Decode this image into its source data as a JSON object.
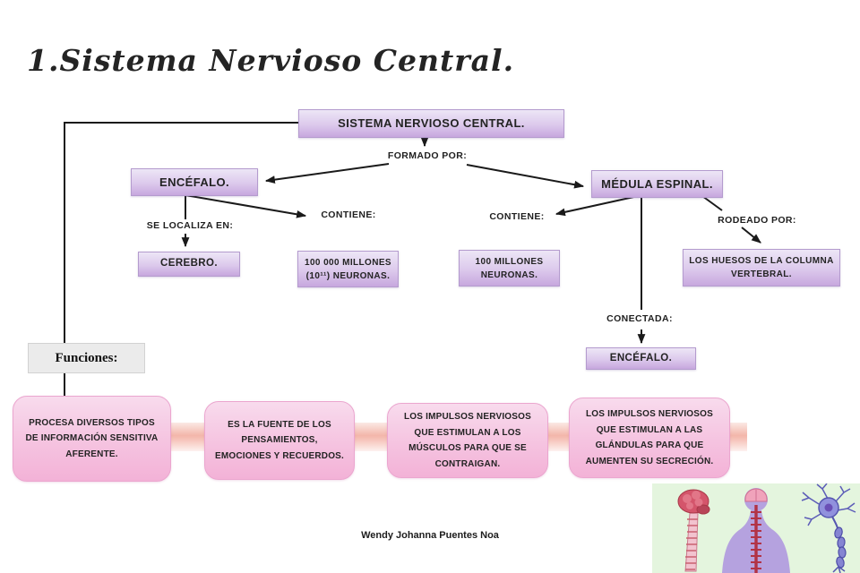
{
  "title": "1.Sistema Nervioso Central.",
  "root": {
    "label": "SISTEMA NERVIOSO CENTRAL."
  },
  "connector_labels": {
    "formado_por": "FORMADO POR:",
    "se_localiza_en": "SE LOCALIZA EN:",
    "contiene_encefalo": "CONTIENE:",
    "contiene_medula": "CONTIENE:",
    "rodeado_por": "RODEADO POR:",
    "conectada": "CONECTADA:"
  },
  "nodes": {
    "encefalo": "ENCÉFALO.",
    "medula_espinal": "MÉDULA ESPINAL.",
    "cerebro": "CEREBRO.",
    "neuronas_encefalo": "100 000 MILLONES (10¹¹) NEURONAS.",
    "neuronas_medula": "100 MILLONES NEURONAS.",
    "huesos_columna": "LOS HUESOS DE LA COLUMNA VERTEBRAL.",
    "encefalo_conectada": "ENCÉFALO."
  },
  "funciones_label": "Funciones:",
  "functions": [
    "PROCESA DIVERSOS TIPOS DE INFORMACIÓN SENSITIVA AFERENTE.",
    "ES LA FUENTE DE LOS PENSAMIENTOS, EMOCIONES Y RECUERDOS.",
    "LOS IMPULSOS NERVIOSOS QUE ESTIMULAN A LOS MÚSCULOS PARA QUE SE CONTRAIGAN.",
    "LOS IMPULSOS NERVIOSOS QUE ESTIMULAN A LAS GLÁNDULAS PARA QUE AUMENTEN SU SECRECIÓN."
  ],
  "author": "Wendy Johanna Puentes Noa",
  "illustration_icons": [
    "brain-spine-icon",
    "body-spine-icon",
    "neuron-icon"
  ],
  "colors": {
    "purple_box_top": "#ede6f6",
    "purple_box_bottom": "#c7a7de",
    "purple_border": "#b49bce",
    "pink_box_top": "#f8dbed",
    "pink_box_bottom": "#f3b2d7",
    "connector_band": "#f3b6aa",
    "funciones_bg": "#ebebeb",
    "line_color": "#1a1a1a",
    "illustration_bg": "#e4f5de"
  }
}
